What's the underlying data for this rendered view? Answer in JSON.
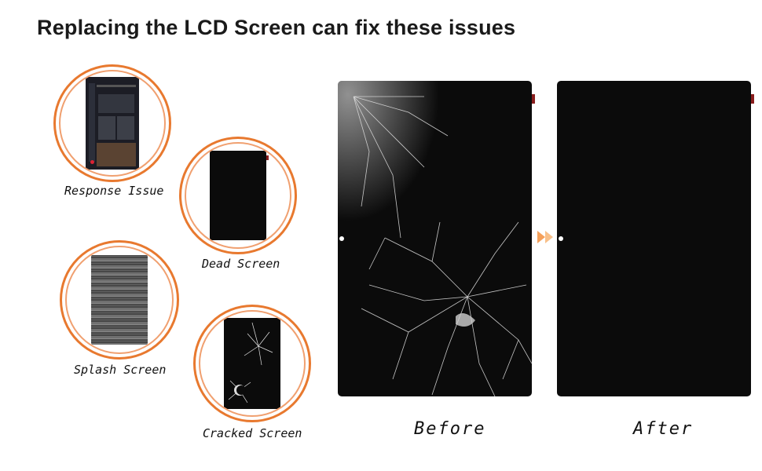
{
  "title": "Replacing the LCD Screen can fix these issues",
  "issues": [
    {
      "label": "Response Issue"
    },
    {
      "label": "Dead Screen"
    },
    {
      "label": "Splash Screen"
    },
    {
      "label": "Cracked Screen"
    }
  ],
  "comparison": {
    "before_label": "Before",
    "after_label": "After"
  },
  "colors": {
    "accent": "#e8792f",
    "screen": "#0b0b0b",
    "arrow": "#f5a05a"
  },
  "icons": [
    "arrow-right-icon"
  ]
}
